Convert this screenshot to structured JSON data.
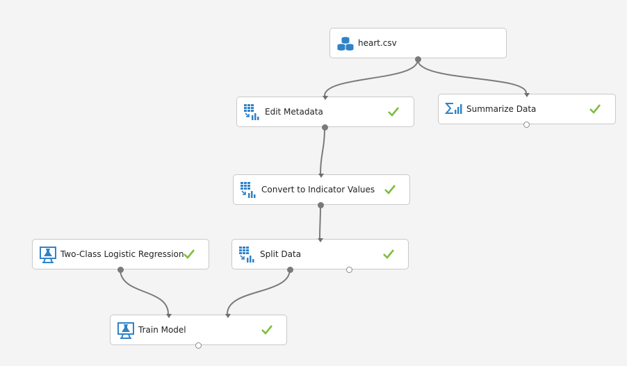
{
  "colors": {
    "canvas_background": "#f4f4f4",
    "node_background": "#ffffff",
    "node_border": "#c8c8c8",
    "connector": "#7a7a7a",
    "icon_blue": "#2f82c8",
    "check_green": "#7cbe3c"
  },
  "modules": {
    "heart_csv": {
      "label": "heart.csv",
      "icon": "dataset-icon",
      "status": "none"
    },
    "edit_metadata": {
      "label": "Edit Metadata",
      "icon": "table-transform-icon",
      "status": "completed"
    },
    "summarize_data": {
      "label": "Summarize Data",
      "icon": "sigma-chart-icon",
      "status": "completed"
    },
    "convert_indicator": {
      "label": "Convert to Indicator Values",
      "icon": "table-transform-icon",
      "status": "completed"
    },
    "two_class_lr": {
      "label": "Two-Class Logistic Regression",
      "icon": "ml-flask-monitor-icon",
      "status": "completed"
    },
    "split_data": {
      "label": "Split Data",
      "icon": "table-transform-icon",
      "status": "completed"
    },
    "train_model": {
      "label": "Train Model",
      "icon": "ml-flask-monitor-icon",
      "status": "completed"
    }
  }
}
